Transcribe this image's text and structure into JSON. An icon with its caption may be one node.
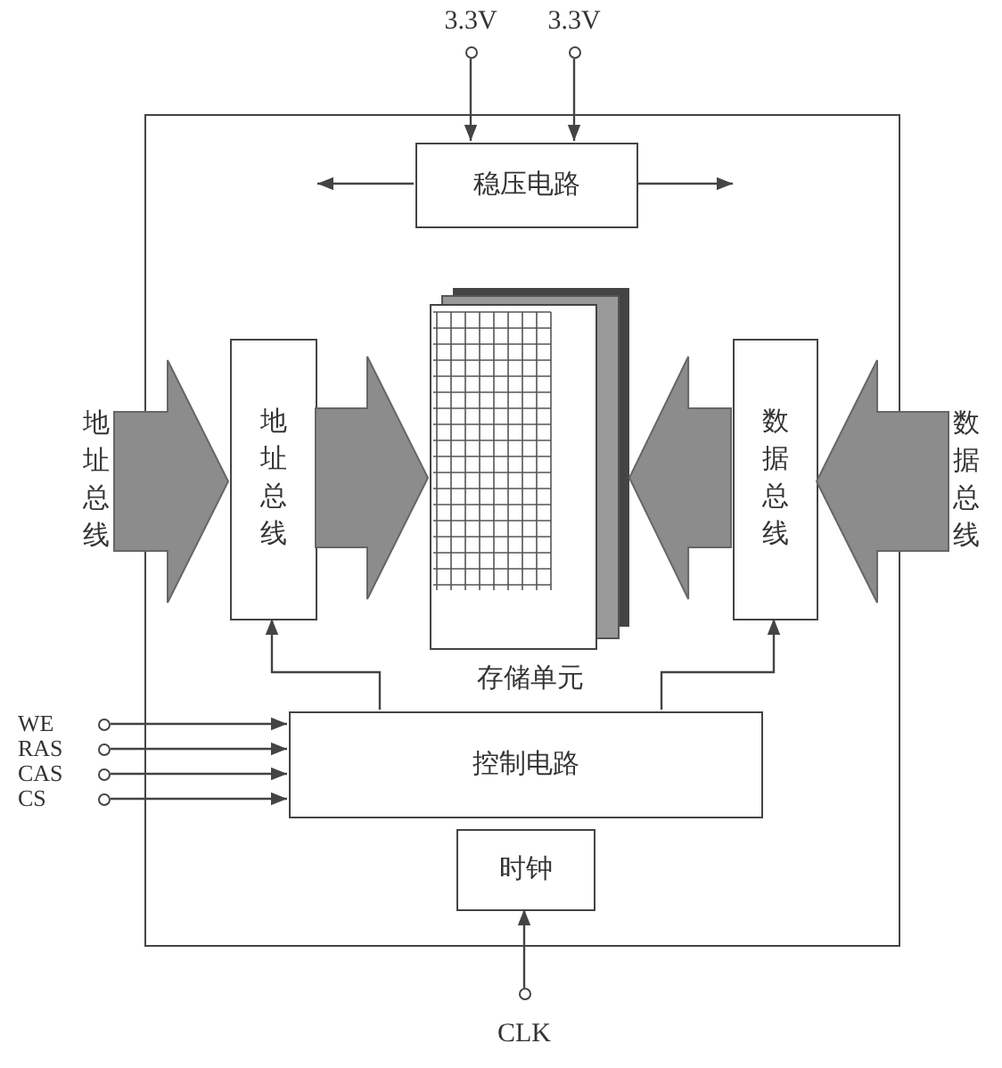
{
  "diagram": {
    "nodes": [
      {
        "text": [],
        "shape": "box"
      },
      {
        "text": [
          "3.3V"
        ]
      },
      {
        "text": [
          "3.3V"
        ]
      },
      {
        "text": [
          "稳压电路"
        ],
        "in": 0
      },
      {
        "text": [
          "地址总线"
        ]
      },
      {
        "text": [
          "地址总线"
        ],
        "in": 0
      },
      {
        "text": [],
        "shape": "picture",
        "beside": [
          "存储单元"
        ],
        "in": 0
      },
      {
        "text": [
          "数据总线"
        ],
        "in": 0
      },
      {
        "text": [
          "数据总线"
        ]
      },
      {
        "text": [
          "控制电路"
        ],
        "in": 0
      },
      {
        "text": [
          "时钟"
        ],
        "in": 0
      },
      {
        "text": [
          "WE"
        ]
      },
      {
        "text": [
          "RAS"
        ]
      },
      {
        "text": [
          "CAS"
        ]
      },
      {
        "text": [
          "CS"
        ]
      },
      {
        "text": [
          "CLK"
        ]
      }
    ],
    "edges": [
      {
        "from": 1,
        "to": 3,
        "arrow": "to"
      },
      {
        "from": 2,
        "to": 3,
        "arrow": "to"
      },
      {
        "from": 3,
        "to": null,
        "arrow": "to"
      },
      {
        "from": 3,
        "to": null,
        "arrow": "to"
      },
      {
        "from": 4,
        "to": 5,
        "arrow": "to",
        "style": "thick"
      },
      {
        "from": 5,
        "to": 6,
        "arrow": "to",
        "style": "thick"
      },
      {
        "from": 8,
        "to": 7,
        "arrow": "to",
        "style": "thick"
      },
      {
        "from": 7,
        "to": 6,
        "arrow": "to",
        "style": "thick"
      },
      {
        "from": 9,
        "to": 5,
        "arrow": "to"
      },
      {
        "from": 9,
        "to": 7,
        "arrow": "to"
      },
      {
        "from": 11,
        "to": 9,
        "arrow": "to"
      },
      {
        "from": 12,
        "to": 9,
        "arrow": "to"
      },
      {
        "from": 13,
        "to": 9,
        "arrow": "to"
      },
      {
        "from": 14,
        "to": 9,
        "arrow": "to"
      },
      {
        "from": 15,
        "to": 10,
        "arrow": "to"
      }
    ]
  }
}
